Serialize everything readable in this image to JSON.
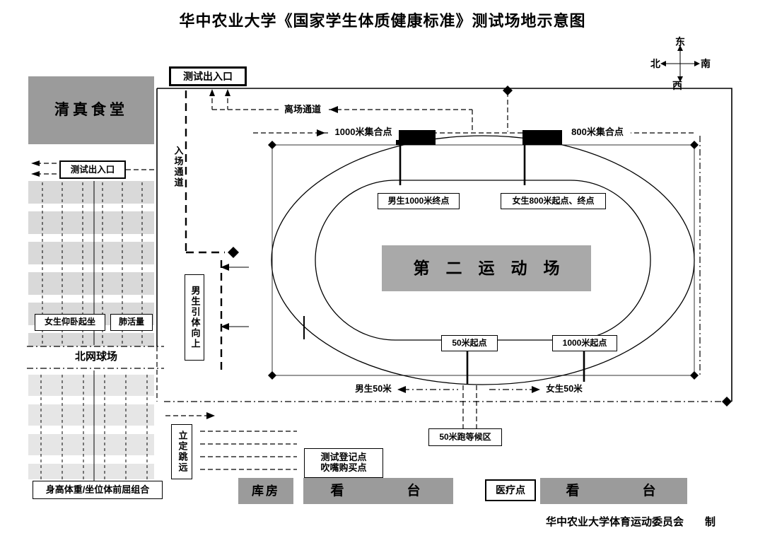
{
  "colors": {
    "building": "#9b9b9b",
    "field": "#a9a9a9",
    "stripe": "#d9d9d9"
  },
  "title": "华中农业大学《国家学生体质健康标准》测试场地示意图",
  "credit": "华中农业大学体育运动委员会　　制",
  "compass": {
    "top": "东",
    "left": "北",
    "right": "南",
    "bottom": "西"
  },
  "buildings": {
    "canteen": "清真食堂",
    "storeroom": "库房",
    "stand_left": "看　　　台",
    "stand_right": "看　　　台",
    "medical": "医疗点",
    "field": "第　二　运　动　场"
  },
  "stations": {
    "entrance_top": "测试出入口",
    "entrance_court": "测试出入口",
    "situp_girls": "女生仰卧起坐",
    "lung_capacity": "肺活量",
    "tennis_court": "北网球场",
    "height_weight": "身高体重/坐位体前屈组合",
    "long_jump": "立定跳远",
    "entry_corridor": "入场通道",
    "pullup_boys": "男生引体向上",
    "exit_corridor": "离场通道",
    "registration_line1": "测试登记点",
    "registration_line2": "吹嘴购买点"
  },
  "track": {
    "assembly_1000m": "1000米集合点",
    "assembly_800m": "800米集合点",
    "boys_1000m_finish": "男生1000米终点",
    "girls_800m_start_finish": "女生800米起点、终点",
    "start_50m": "50米起点",
    "start_1000m": "1000米起点",
    "boys_50m": "男生50米",
    "girls_50m": "女生50米",
    "waiting_50m": "50米跑等候区"
  }
}
